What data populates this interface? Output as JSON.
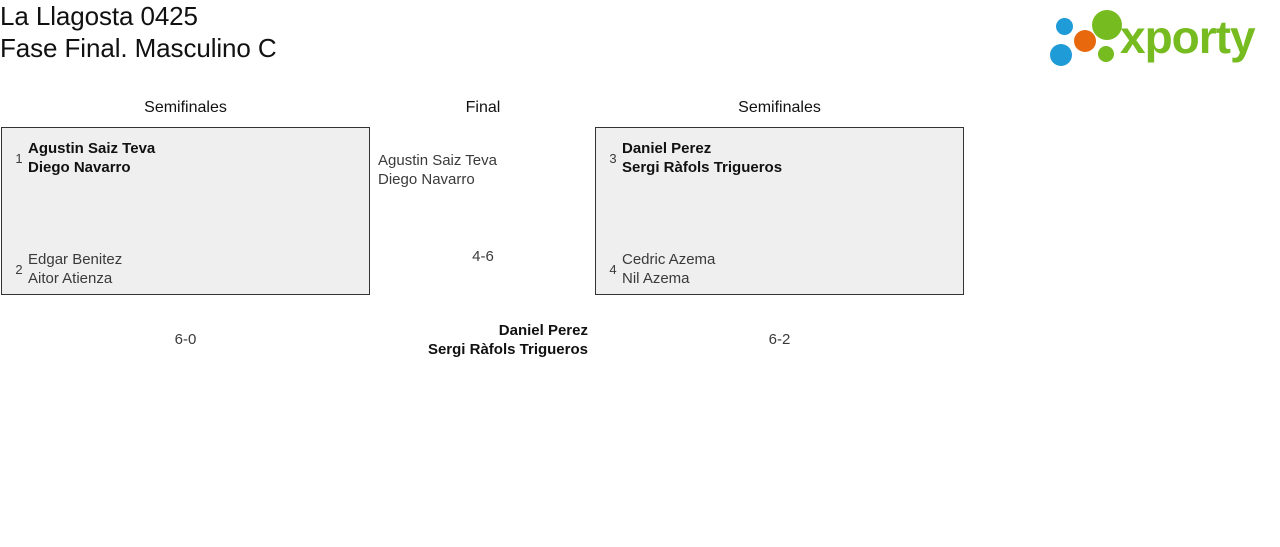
{
  "header": {
    "title_line1": "La Llagosta 0425",
    "title_line2": "Fase Final. Masculino C",
    "logo_word": "xporty",
    "logo_colors": {
      "green": "#76bc21",
      "blue": "#1f9bd8",
      "orange": "#e8680e"
    }
  },
  "bracket": {
    "rounds": {
      "left_label": "Semifinales",
      "center_label": "Final",
      "right_label": "Semifinales"
    },
    "semifinal_left": {
      "top_team": {
        "seed": "1",
        "player1": "Agustin Saiz Teva",
        "player2": "Diego Navarro",
        "winner": true
      },
      "bottom_team": {
        "seed": "2",
        "player1": "Edgar Benitez",
        "player2": "Aitor Atienza",
        "winner": false
      },
      "score": "6-0"
    },
    "semifinal_right": {
      "top_team": {
        "seed": "3",
        "player1": "Daniel Perez",
        "player2": "Sergi Ràfols Trigueros",
        "winner": true
      },
      "bottom_team": {
        "seed": "4",
        "player1": "Cedric Azema",
        "player2": "Nil Azema",
        "winner": false
      },
      "score": "6-2"
    },
    "final": {
      "top_team": {
        "player1": "Agustin Saiz Teva",
        "player2": "Diego Navarro",
        "winner": false
      },
      "bottom_team": {
        "player1": "Daniel Perez",
        "player2": "Sergi Ràfols Trigueros",
        "winner": true
      },
      "score": "4-6"
    }
  }
}
